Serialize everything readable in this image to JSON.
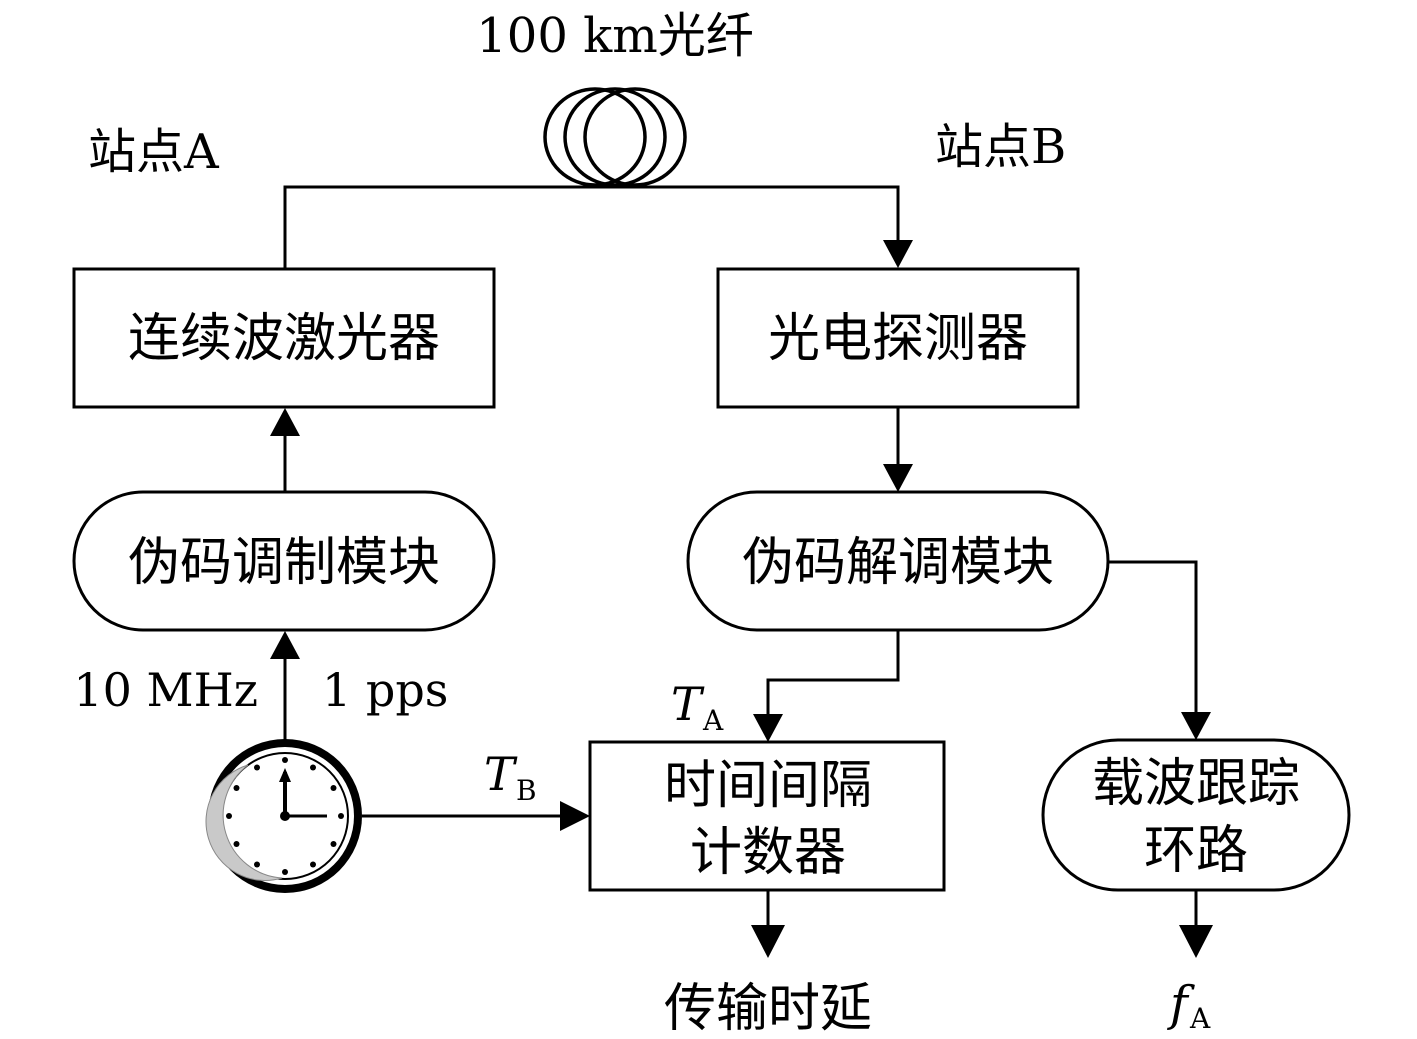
{
  "diagram": {
    "fiber_label": "100 km光纤",
    "station_a": "站点A",
    "station_b": "站点B",
    "blocks": {
      "cw_laser": "连续波激光器",
      "photodetector": "光电探测器",
      "prn_modulator": "伪码调制模块",
      "prn_demodulator": "伪码解调模块",
      "tic_line1": "时间间隔",
      "tic_line2": "计数器",
      "carrier_line1": "载波跟踪",
      "carrier_line2": "环路"
    },
    "signals": {
      "ref_10mhz": "10 MHz",
      "pps": "1 pps",
      "ta_main": "T",
      "ta_sub": "A",
      "tb_main": "T",
      "tb_sub": "B",
      "fa_main": "f",
      "fa_sub": "A"
    },
    "outputs": {
      "delay": "传输时延"
    }
  }
}
